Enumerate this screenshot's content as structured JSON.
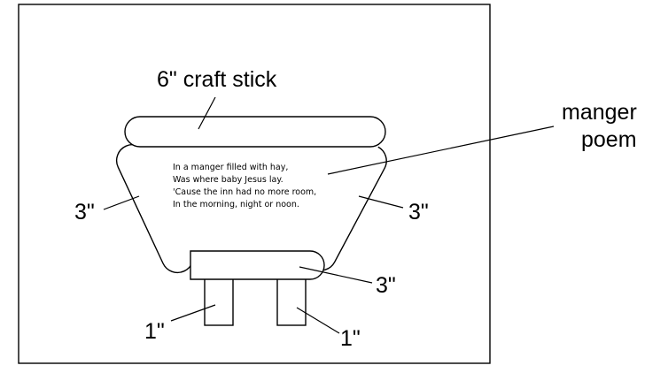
{
  "labels": {
    "top_stick": "6\" craft stick",
    "left_stick": "3\"",
    "right_stick": "3\"",
    "bottom_stick": "3\"",
    "left_leg": "1\"",
    "right_leg": "1\"",
    "poem_callout_line1": "manger",
    "poem_callout_line2": "poem"
  },
  "poem": {
    "lines": [
      "In a manger filled with hay,",
      "Was where baby Jesus lay.",
      "'Cause the inn had no more room,",
      "In the morning, night or noon."
    ]
  }
}
